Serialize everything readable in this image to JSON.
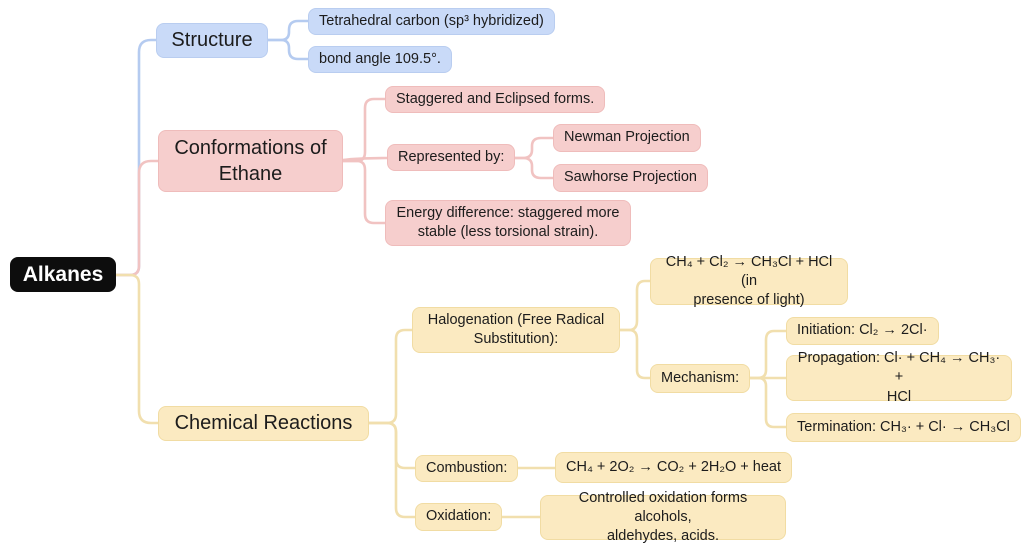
{
  "map": {
    "root": {
      "label": "Alkanes"
    },
    "structure": {
      "label": "Structure",
      "tetrahedral": "Tetrahedral carbon (sp³ hybridized)",
      "bond_angle": "bond angle 109.5°."
    },
    "conformations": {
      "label": "Conformations of\nEthane",
      "forms": "Staggered and Eclipsed forms.",
      "represented": {
        "label": "Represented by:",
        "newman": "Newman Projection",
        "sawhorse": "Sawhorse Projection"
      },
      "energy": "Energy difference: staggered more\nstable (less torsional strain)."
    },
    "reactions": {
      "label": "Chemical Reactions",
      "halogenation": {
        "label": "Halogenation (Free Radical\nSubstitution):",
        "equation": "CH₄ + Cl₂ → CH₃Cl + HCl (in\npresence of light)",
        "mechanism": {
          "label": "Mechanism:",
          "initiation": "Initiation: Cl₂ → 2Cl·",
          "propagation": "Propagation: Cl· + CH₄ → CH₃· +\nHCl",
          "termination": "Termination: CH₃· + Cl· → CH₃Cl"
        }
      },
      "combustion": {
        "label": "Combustion:",
        "equation": "CH₄ + 2O₂ → CO₂ + 2H₂O + heat"
      },
      "oxidation": {
        "label": "Oxidation:",
        "description": "Controlled oxidation forms alcohols,\naldehydes, acids."
      }
    }
  },
  "colors": {
    "background": "#ffffff",
    "text": "#1c1c1c",
    "root_text": "#ffffff",
    "node_root": "#0d0d0d",
    "node_blue": "#c9daf8",
    "node_pink": "#f6cecd",
    "node_yellow": "#fbeac1",
    "border_blue": "#b9cdf0",
    "border_pink": "#efbcbb",
    "border_yellow": "#f1dca3",
    "line_blue": "#b5cbf0",
    "line_pink": "#f1c3c2",
    "line_yellow": "#f1dfae"
  }
}
